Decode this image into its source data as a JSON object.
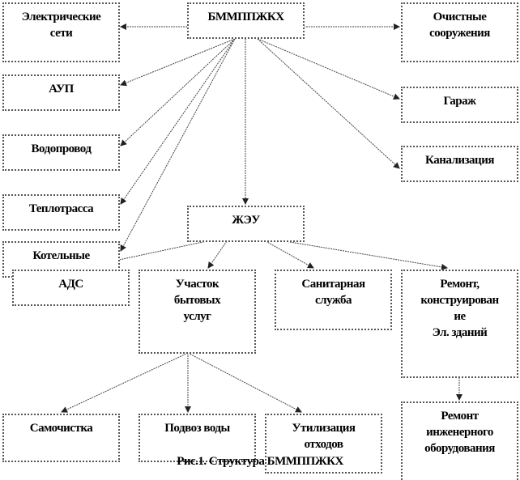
{
  "nodes": {
    "root": "БММППЖКХ",
    "electric": "Электрические\nсети",
    "aup": "АУП",
    "water": "Водопровод",
    "heat": "Теплотрасса",
    "boiler": "Котельные",
    "treatment": "Очистные\nсооружения",
    "garage": "Гараж",
    "sewer": "Канализация",
    "zheu": "ЖЭУ",
    "ads": "АДС",
    "household": "Участок\nбытовых\nуслуг",
    "sanitary": "Санитарная\nслужба",
    "repair_design": "Ремонт,\nконструирован\nие\nЭл. зданий",
    "self_cleaning": "Самочистка",
    "water_delivery": "Подвоз воды",
    "waste": "Утилизация\nотходов",
    "repair_eng": "Ремонт\nинженерного\nоборудования"
  },
  "caption": "Рис.1. Структура БММППЖКХ",
  "colors": {
    "line": "#444444",
    "border": "#555555"
  }
}
